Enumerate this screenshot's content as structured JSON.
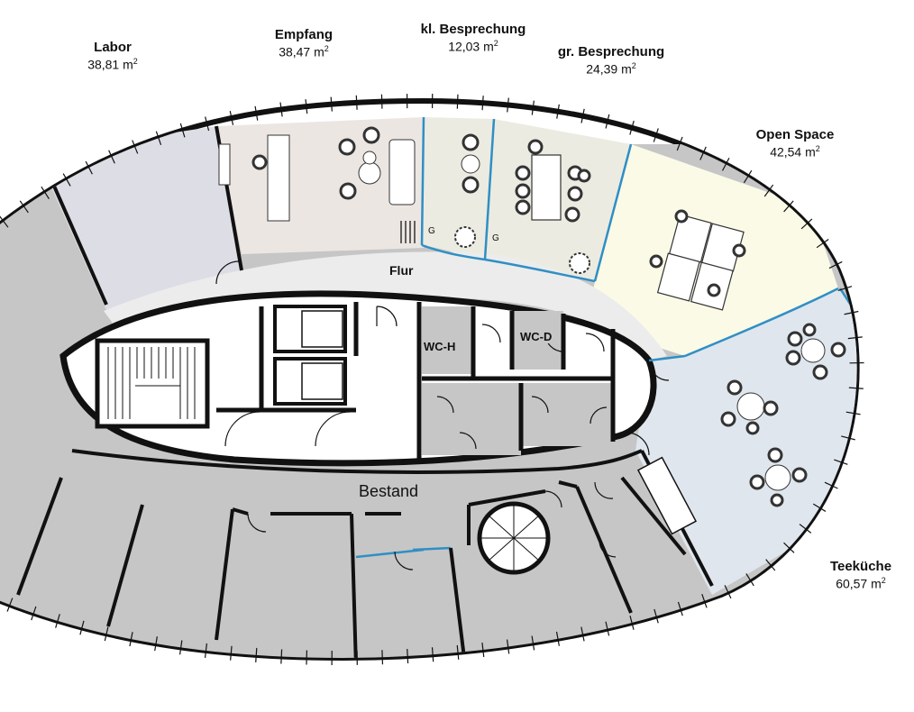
{
  "rooms": {
    "labor": {
      "name": "Labor",
      "area": "38,81 m",
      "unit_sup": "2"
    },
    "empfang": {
      "name": "Empfang",
      "area": "38,47 m",
      "unit_sup": "2"
    },
    "kl_besp": {
      "name": "kl. Besprechung",
      "area": "12,03 m",
      "unit_sup": "2"
    },
    "gr_besp": {
      "name": "gr. Besprechung",
      "area": "24,39 m",
      "unit_sup": "2"
    },
    "open_space": {
      "name": "Open Space",
      "area": "42,54 m",
      "unit_sup": "2"
    },
    "teekueche": {
      "name": "Teeküche",
      "area": "60,57 m",
      "unit_sup": "2"
    }
  },
  "labels": {
    "flur": "Flur",
    "wc_h": "WC-H",
    "wc_d": "WC-D",
    "bestand": "Bestand",
    "door_g1": "G",
    "door_g2": "G"
  },
  "colors": {
    "labor": "#dddde6",
    "empfang": "#ece6e3",
    "kl_besp": "#ecebe1",
    "gr_besp": "#ecebe1",
    "open_space": "#fbfae6",
    "teekueche": "#dfe6ee",
    "flur": "#ececec",
    "bestand": "#c6c6c6",
    "wall": "#111111",
    "partition": "#2f8fc4"
  }
}
